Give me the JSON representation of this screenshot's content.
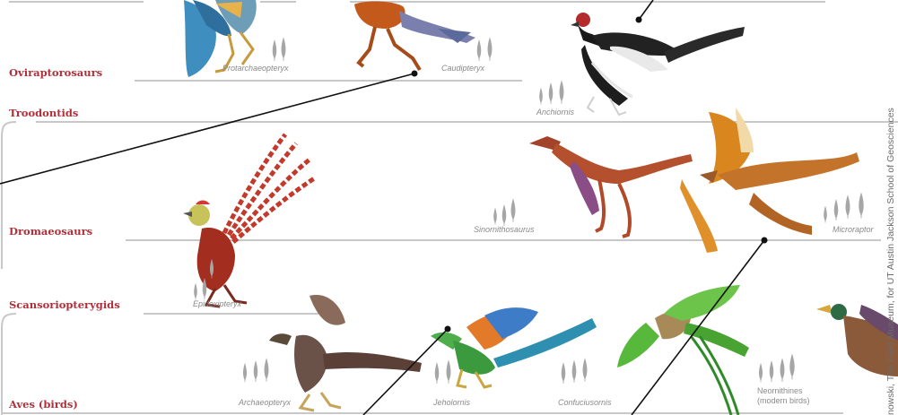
{
  "groups": {
    "oviraptorosaurs": "Oviraptorosaurs",
    "troodontids": "Troodontids",
    "dromaeosaurs": "Dromaeosaurs",
    "scansoriopterygids": "Scansoriopterygids",
    "aves": "Aves (birds)"
  },
  "taxa": {
    "protarchaeopteryx": "Protarchaeopteryx",
    "caudipteryx": "Caudipteryx",
    "anchiornis": "Anchiornis",
    "sinornithosaurus": "Sinornithosaurus",
    "microraptor": "Microraptor",
    "epidexipteryx": "Epidexipteryx",
    "archaeopteryx": "Archaeopteryx",
    "jeholornis": "Jeholornis",
    "confuciusornis": "Confuciusornis",
    "neornithines_line1": "Neornithines",
    "neornithines_line2": "(modern birds)"
  },
  "credit": "Field Museum, for UT Austin Jackson School of Geosciences",
  "credit_partial": "nowski, The",
  "colors": {
    "group_label": "#b0303a",
    "clade_line": "#c8c8c8",
    "taxon_label": "#8a8a8a",
    "feather_icon": "#a6a6a6",
    "pointer_line": "#111111"
  },
  "icons": [
    "feather-icon"
  ]
}
